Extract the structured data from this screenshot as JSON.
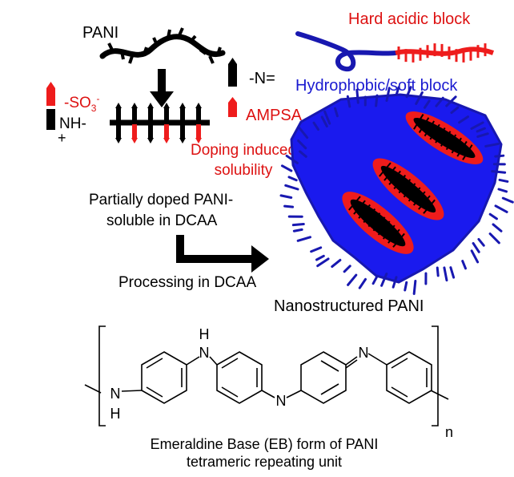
{
  "colors": {
    "black": "#000000",
    "red": "#ee1c1c",
    "blue": "#1a1aee",
    "dark_blue": "#1818b0",
    "label_red": "#dd1111",
    "label_blue": "#1a1ad0"
  },
  "schematic": {
    "pani_label": "PANI",
    "imine_label": "-N=",
    "ampsa_label": "AMPSA",
    "sulfonate_label": "-SO",
    "sulfonate_sub": "3",
    "sulfonate_sup": "-",
    "amine_label": "NH-",
    "plus_label": "+",
    "doping_line1": "Doping induced",
    "doping_line2": "solubility",
    "partial_line1": "Partially doped PANI-",
    "partial_line2": "soluble in DCAA",
    "processing_label": "Processing in DCAA"
  },
  "block_copolymer": {
    "hard_label": "Hard acidic block",
    "soft_label": "Hydrophobic/soft block",
    "nano_label": "Nanostructured PANI"
  },
  "structure": {
    "h_top": "H",
    "n_top": "N",
    "n_left": "N",
    "h_left": "H",
    "n_mid": "N",
    "n_right": "N",
    "subscript_n": "n",
    "caption_line1": "Emeraldine Base (EB) form of PANI",
    "caption_line2": "tetrameric repeating unit"
  }
}
